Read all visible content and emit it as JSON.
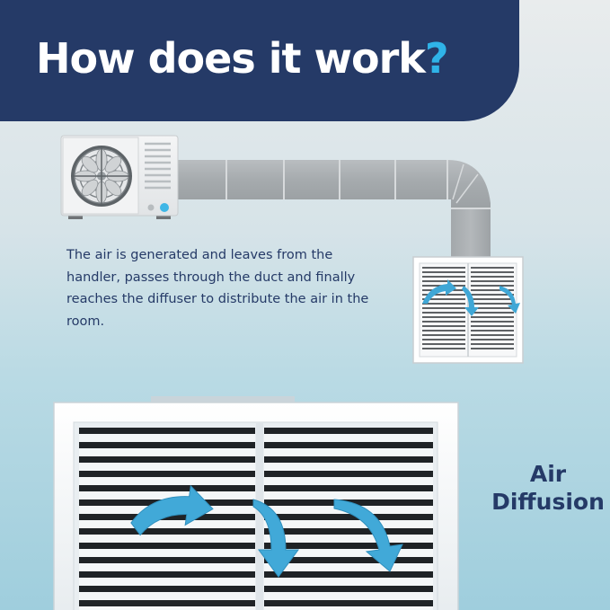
{
  "header": {
    "title_text": "How does it work",
    "title_mark": "?"
  },
  "description": "The air is generated and leaves from the handler, passes through the duct and finally reaches the diffuser to distribute the air in the room.",
  "diffuser_label": {
    "line1": "Air",
    "line2": "Diffusion"
  },
  "colors": {
    "banner": "#253a67",
    "accent": "#2fb3e8",
    "text": "#253a67",
    "arrow": "#3fa7d6"
  }
}
